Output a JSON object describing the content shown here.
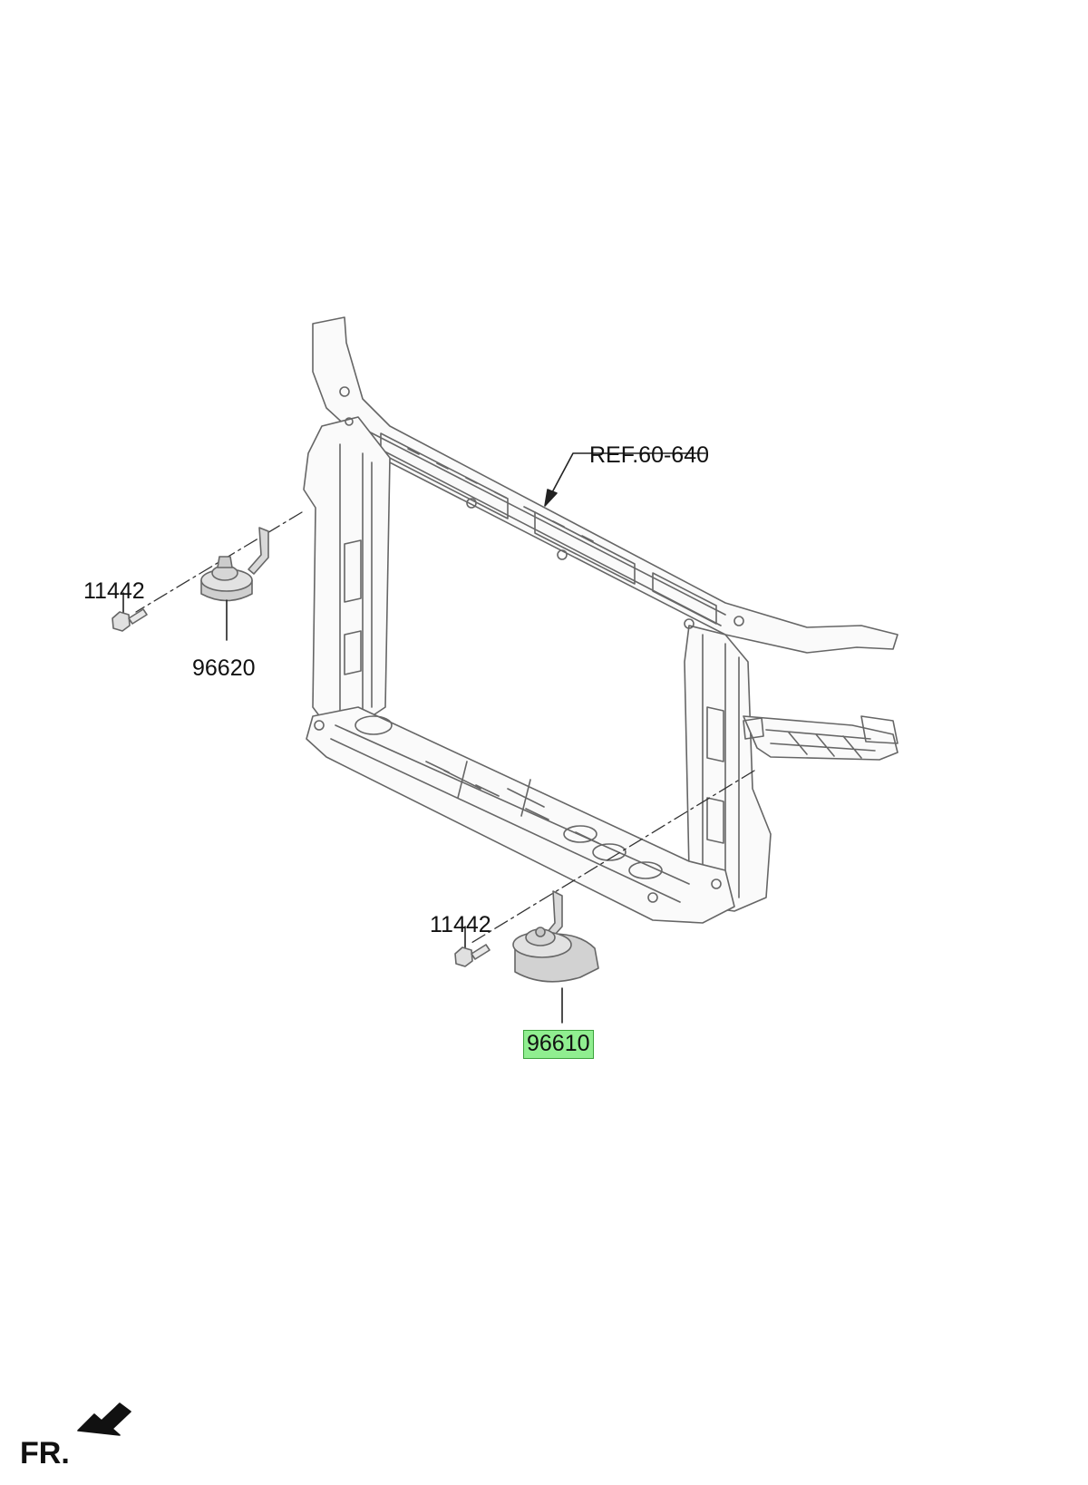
{
  "labels": {
    "ref": "REF.60-640",
    "bolt_upper": "11442",
    "horn_upper": "96620",
    "bolt_lower": "11442",
    "horn_lower": "96610",
    "front": "FR."
  },
  "colors": {
    "highlight": "#90ee90",
    "line": "#555555",
    "part_fill": "#d4d4d4"
  }
}
